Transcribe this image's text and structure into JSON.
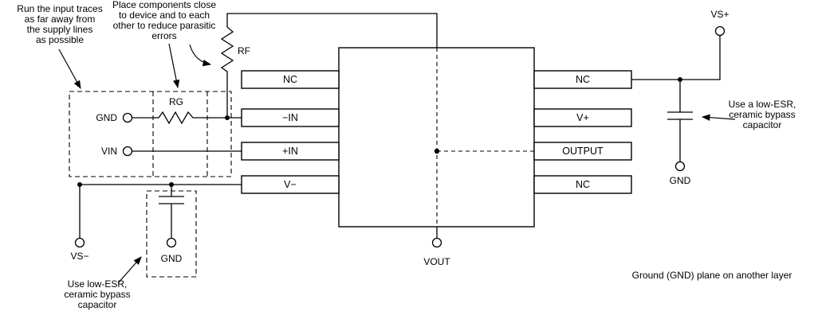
{
  "colors": {
    "line": "#000000",
    "background": "#ffffff"
  },
  "ic": {
    "left_pins": [
      "NC",
      "−IN",
      "+IN",
      "V−"
    ],
    "right_pins": [
      "NC",
      "V+",
      "OUTPUT",
      "NC"
    ]
  },
  "labels": {
    "rf": "RF",
    "rg": "RG",
    "gnd_input": "GND",
    "vin": "VIN",
    "vs_minus": "VS−",
    "gnd_left_cap": "GND",
    "vout": "VOUT",
    "vs_plus": "VS+",
    "gnd_right_cap": "GND"
  },
  "annotations": {
    "input_traces": [
      "Run the input traces",
      "as far away from",
      "the supply lines",
      "as possible"
    ],
    "place_components": [
      "Place components close",
      "to device and to each",
      "other to reduce parasitic",
      "errors"
    ],
    "bypass_left": [
      "Use low-ESR,",
      "ceramic bypass",
      "capacitor"
    ],
    "bypass_right": [
      "Use a low-ESR,",
      "ceramic bypass",
      "capacitor"
    ],
    "ground_plane": "Ground (GND) plane on another layer"
  }
}
